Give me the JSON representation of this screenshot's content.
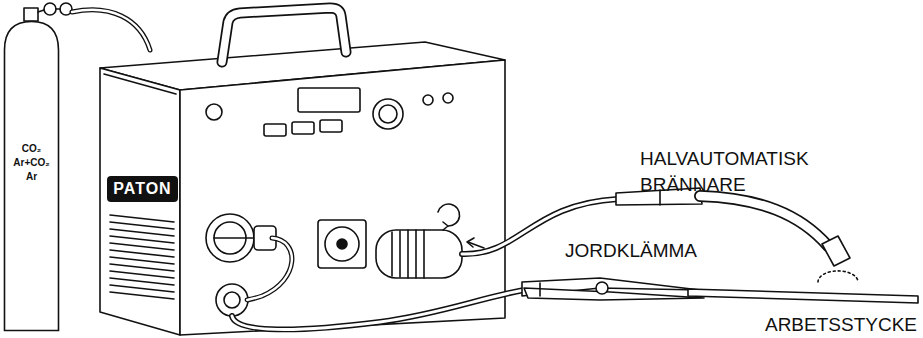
{
  "diagram": {
    "nodes": [
      {
        "text": [
          "CO₂",
          "Ar+CO₂",
          "Ar"
        ]
      },
      {
        "text": [
          "PATON"
        ]
      }
    ],
    "labels": [
      "HALVAUTOMATISK BRÄNNARE",
      "JORDKLÄMMA",
      "ARBETSSTYCKE"
    ]
  }
}
